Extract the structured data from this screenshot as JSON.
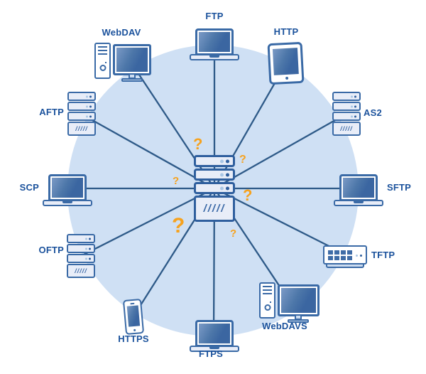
{
  "diagram": {
    "center_device": {
      "icon": "server-stack",
      "panel_text": "/////"
    },
    "nodes": [
      {
        "label": "FTP",
        "device": "laptop"
      },
      {
        "label": "WebDAV",
        "device": "desktop-computer"
      },
      {
        "label": "HTTP",
        "device": "tablet"
      },
      {
        "label": "AFTP",
        "device": "server-rack",
        "panel_text": "/////"
      },
      {
        "label": "AS2",
        "device": "server-rack",
        "panel_text": "/////"
      },
      {
        "label": "SCP",
        "device": "laptop"
      },
      {
        "label": "SFTP",
        "device": "laptop"
      },
      {
        "label": "OFTP",
        "device": "server-rack",
        "panel_text": "/////"
      },
      {
        "label": "TFTP",
        "device": "network-switch"
      },
      {
        "label": "HTTPS",
        "device": "smartphone"
      },
      {
        "label": "FTPS",
        "device": "laptop"
      },
      {
        "label": "WebDAVS",
        "device": "desktop-computer"
      }
    ],
    "question_marks": [
      "?",
      "?",
      "?",
      "?",
      "?",
      "?"
    ],
    "colors": {
      "background_circle": "#cfe0f4",
      "connection_line": "#2e5a88",
      "device_border": "#3a6aa6",
      "center_border": "#2f5f9e",
      "screen_fill": "#3b66a1",
      "label_text": "#1b529c",
      "question_mark": "#f6a21e",
      "server_unit_fill": "#e8edf8"
    }
  }
}
